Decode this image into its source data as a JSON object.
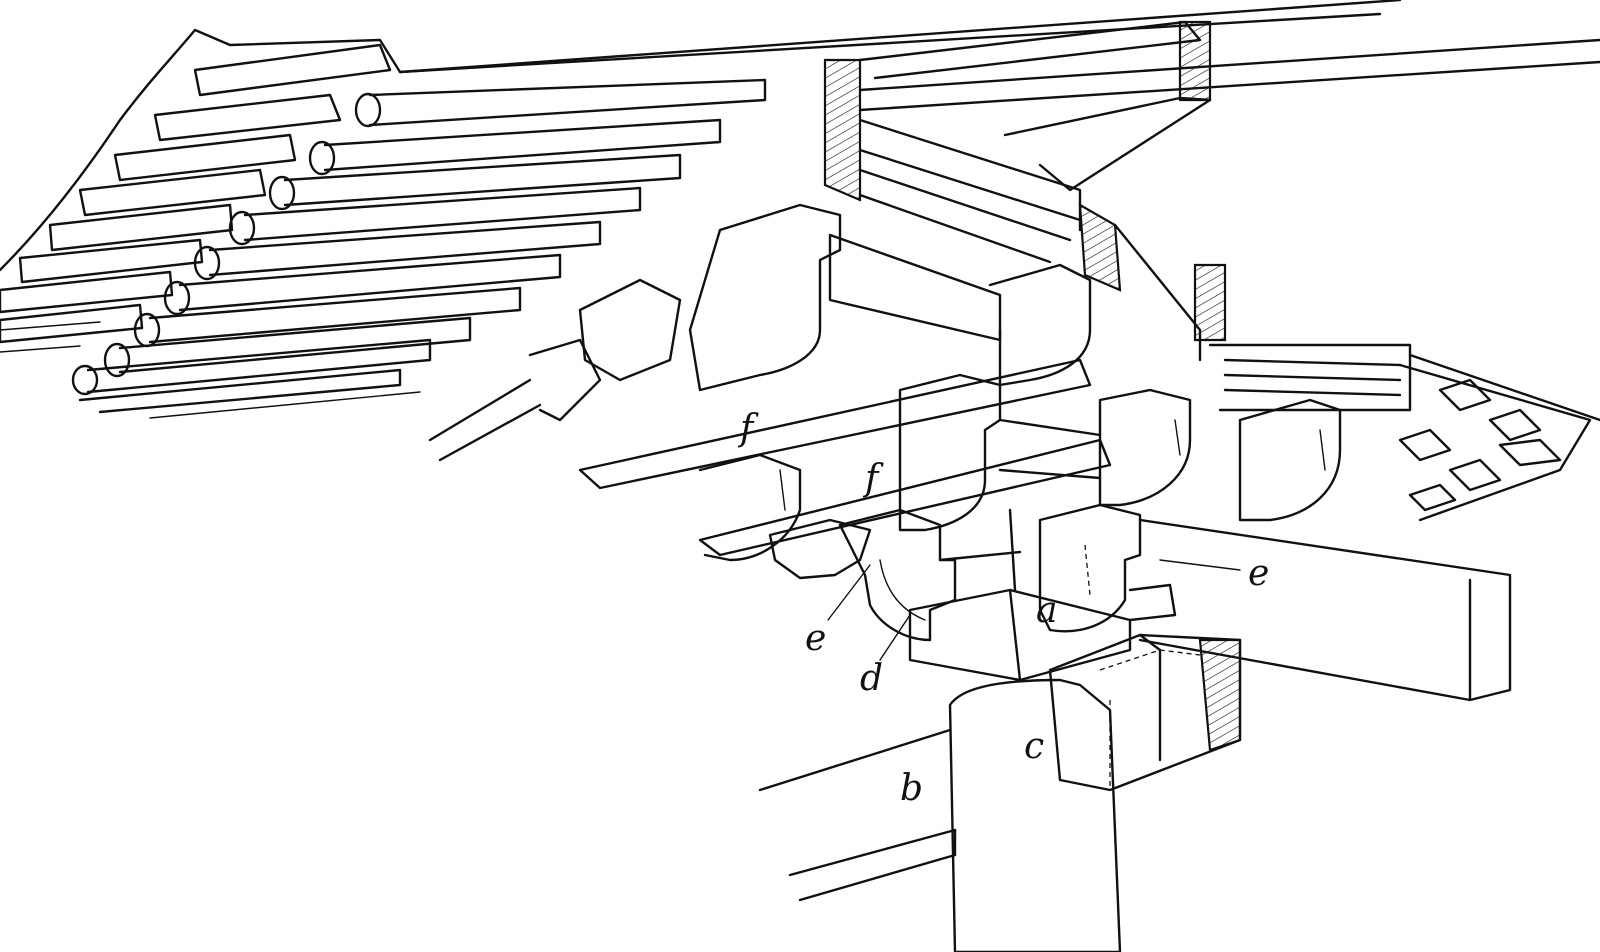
{
  "labels": [
    {
      "id": "a",
      "text": "a"
    },
    {
      "id": "b",
      "text": "b"
    },
    {
      "id": "c",
      "text": "c"
    },
    {
      "id": "d",
      "text": "d"
    },
    {
      "id": "e1",
      "text": "e"
    },
    {
      "id": "e2",
      "text": "e"
    },
    {
      "id": "f1",
      "text": "f"
    },
    {
      "id": "f2",
      "text": "f"
    }
  ],
  "colors": {
    "ink": "#111111",
    "paper": "#ffffff"
  }
}
